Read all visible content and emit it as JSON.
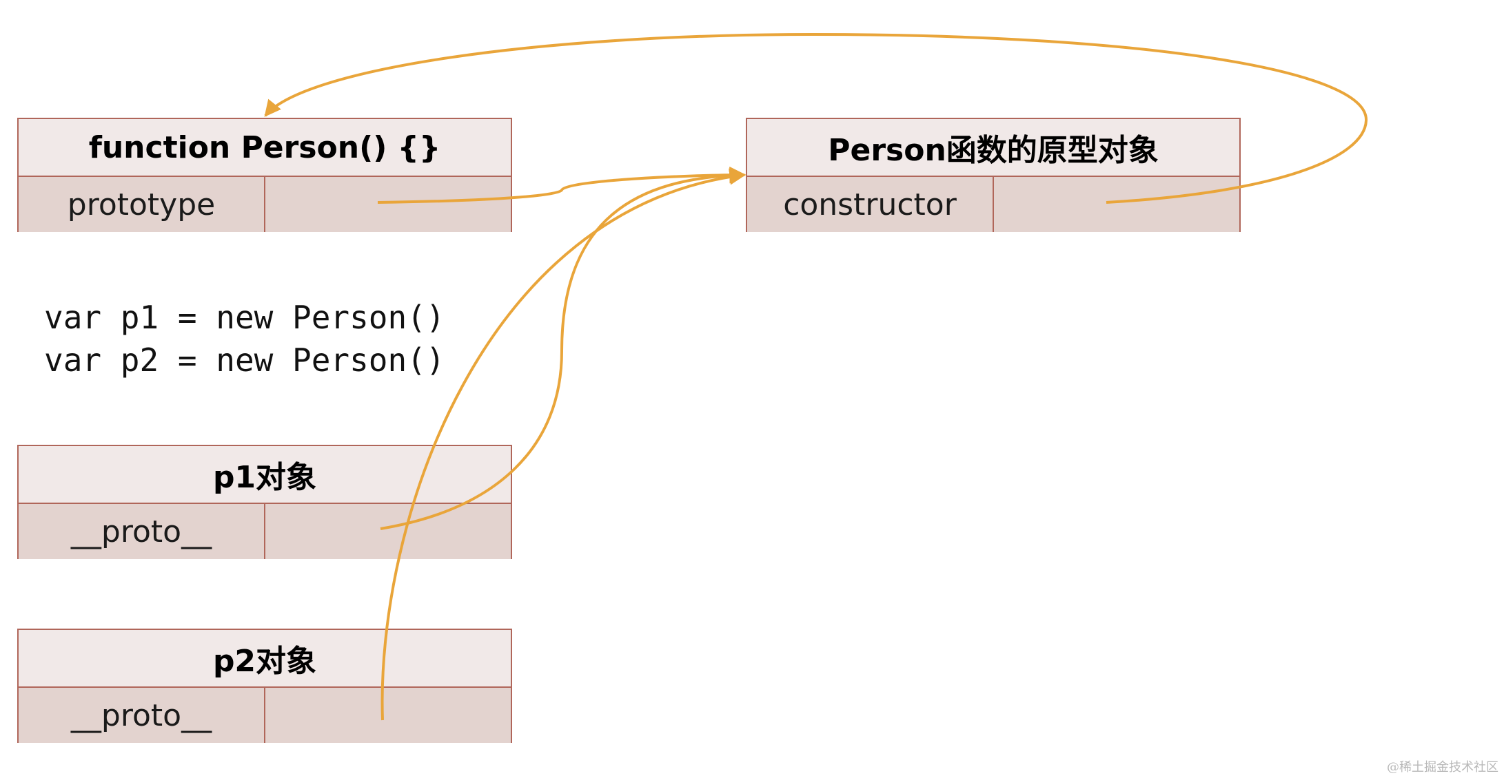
{
  "person_fn": {
    "title": "function Person() {}",
    "key": "prototype"
  },
  "proto_obj": {
    "title": "Person函数的原型对象",
    "key": "constructor"
  },
  "code": {
    "line1": "var p1 = new Person()",
    "line2": "var p2 = new Person()"
  },
  "p1_obj": {
    "title": "p1对象",
    "key": "__proto__"
  },
  "p2_obj": {
    "title": "p2对象",
    "key": "__proto__"
  },
  "watermark": "@稀土掘金技术社区",
  "colors": {
    "arrow": "#e9a53a",
    "border": "#b0665a",
    "header_bg": "#f1e9e8",
    "row_bg": "#e3d3cf"
  }
}
